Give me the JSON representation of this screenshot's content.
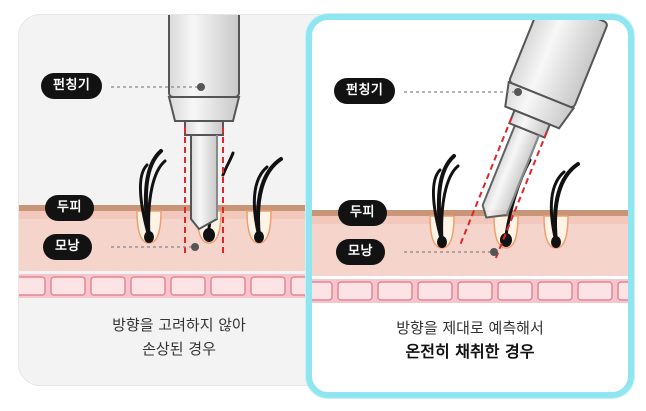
{
  "left_panel": {
    "label_punch": "펀칭기",
    "label_scalp": "두피",
    "label_follicle": "모낭",
    "caption_line1": "방향을 고려하지 않아",
    "caption_line2": "손상된 경우"
  },
  "right_panel": {
    "label_punch": "펀칭기",
    "label_scalp": "두피",
    "label_follicle": "모낭",
    "caption_line1": "방향을 제대로 예측해서",
    "caption_line2": "온전히 채취한 경우"
  },
  "colors": {
    "highlight_border": "#8fe6f0",
    "guide_line": "#e0262b",
    "skin_band": "#c99577",
    "dermis": "#f5d4cc",
    "cell_border": "#e48693",
    "tag_bg": "#121212"
  }
}
